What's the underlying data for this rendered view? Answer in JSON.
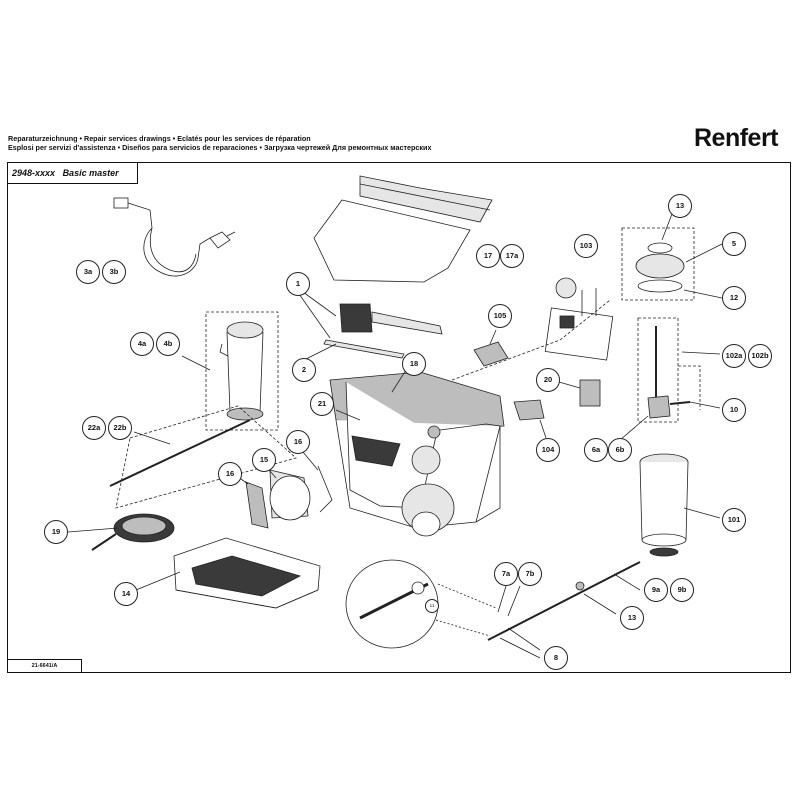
{
  "header": {
    "line1": "Reparaturzeichnung • Repair services drawings • Eclatés pour les services de réparation",
    "line2": "Esplosi per servizi d'assistenza • Diseños para servicios de reparaciones • Загрузка чертежей Для ремонтных мастерских"
  },
  "brand": {
    "name": "Renfert"
  },
  "model": {
    "number": "2948-xxxx",
    "name": "Basic master"
  },
  "drawing_code": "21-6641/A",
  "callouts": {
    "c1": "1",
    "c2": "2",
    "c3a": "3a",
    "c3b": "3b",
    "c4a": "4a",
    "c4b": "4b",
    "c5": "5",
    "c6a": "6a",
    "c6b": "6b",
    "c7a": "7a",
    "c7b": "7b",
    "c8": "8",
    "c9a": "9a",
    "c9b": "9b",
    "c10": "10",
    "c11": "11",
    "c12": "12",
    "c13a": "13",
    "c13b": "13",
    "c14": "14",
    "c15": "15",
    "c16a": "16",
    "c16b": "16",
    "c17": "17",
    "c17a": "17a",
    "c18": "18",
    "c19": "19",
    "c20": "20",
    "c21": "21",
    "c22a": "22a",
    "c22b": "22b",
    "c101": "101",
    "c102a": "102a",
    "c102b": "102b",
    "c103": "103",
    "c104": "104",
    "c105": "105"
  },
  "colors": {
    "line": "#222222",
    "fill_light": "#e6e6e6",
    "fill_mid": "#bdbdbd",
    "fill_dark": "#3a3a3a"
  }
}
